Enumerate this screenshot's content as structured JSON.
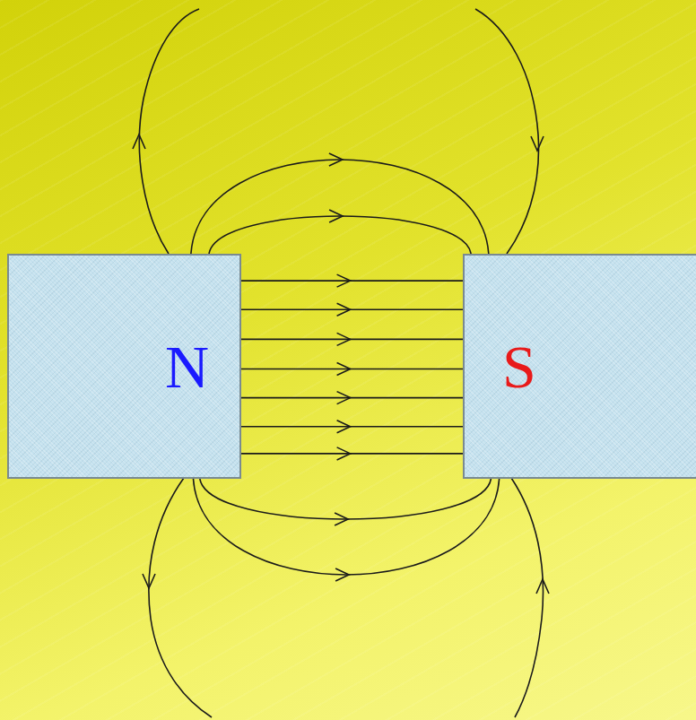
{
  "diagram": {
    "nodes": [
      {
        "text": [
          "N"
        ]
      },
      {
        "text": [
          "S"
        ]
      }
    ],
    "edges": [
      {
        "from": 0,
        "to": 1,
        "arrow": "to"
      },
      {
        "from": 0,
        "to": 1,
        "arrow": "to"
      },
      {
        "from": 0,
        "to": 1,
        "arrow": "to"
      },
      {
        "from": 0,
        "to": 1,
        "arrow": "to"
      },
      {
        "from": 0,
        "to": 1,
        "arrow": "to"
      },
      {
        "from": 0,
        "to": 1,
        "arrow": "to"
      },
      {
        "from": 0,
        "to": 1,
        "arrow": "to"
      },
      {
        "from": 0,
        "to": 1,
        "arrow": "to"
      },
      {
        "from": 0,
        "to": 1,
        "arrow": "to"
      },
      {
        "from": 0,
        "to": 1,
        "arrow": "to"
      },
      {
        "from": 0,
        "to": 1,
        "arrow": "to"
      }
    ]
  }
}
